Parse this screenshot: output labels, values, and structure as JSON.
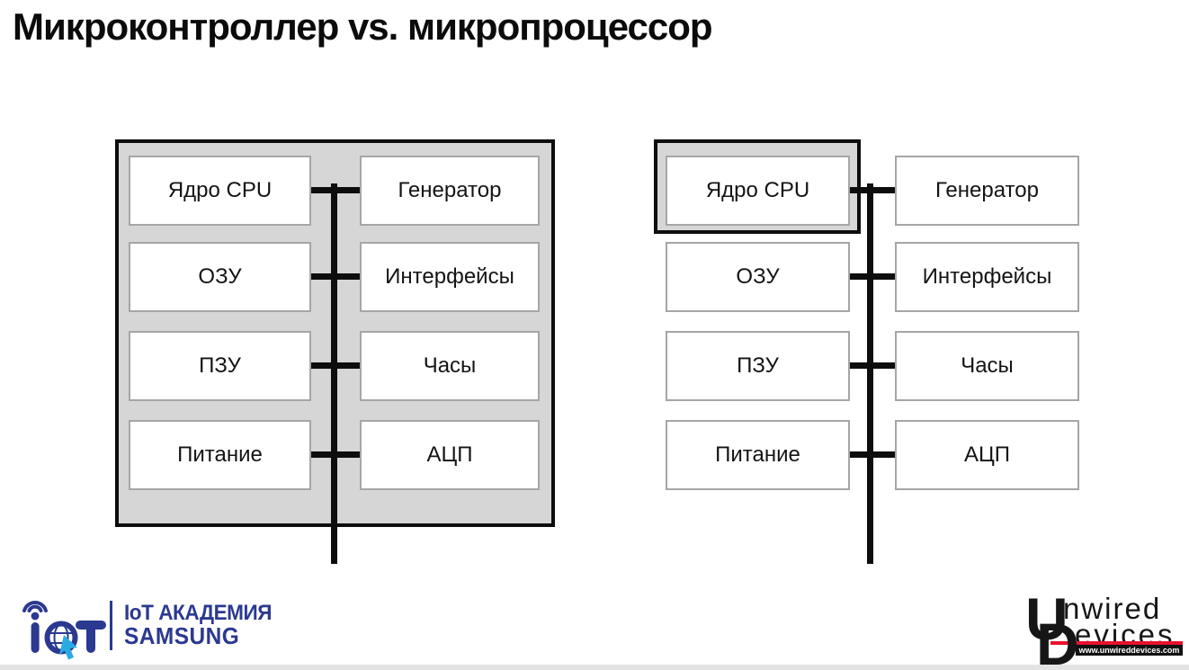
{
  "title": "Микроконтроллер vs. микропроцессор",
  "diagrams": {
    "left": {
      "name": "microcontroller-diagram",
      "left_column": [
        "Ядро CPU",
        "ОЗУ",
        "ПЗУ",
        "Питание"
      ],
      "right_column": [
        "Генератор",
        "Интерфейсы",
        "Часы",
        "АЦП"
      ]
    },
    "right": {
      "name": "microprocessor-diagram",
      "left_column": [
        "Ядро CPU",
        "ОЗУ",
        "ПЗУ",
        "Питание"
      ],
      "right_column": [
        "Генератор",
        "Интерфейсы",
        "Часы",
        "АЦП"
      ]
    }
  },
  "colors": {
    "chip_fill": "#d6d6d6",
    "chip_border": "#0d0d0d",
    "node_border": "#a6a6a6",
    "bus": "#0d0d0d",
    "iot_blue": "#2b3990",
    "cursor_blue": "#29abe2",
    "unwired_red": "#e8112d"
  },
  "footer": {
    "iot": {
      "line1": "IoT АКАДЕМИЯ",
      "line2": "SAMSUNG"
    },
    "unwired": {
      "initial_u": "U",
      "initial_d": "D",
      "line1": "nwired",
      "line2": "evices",
      "url": "www.unwireddevices.com"
    }
  }
}
